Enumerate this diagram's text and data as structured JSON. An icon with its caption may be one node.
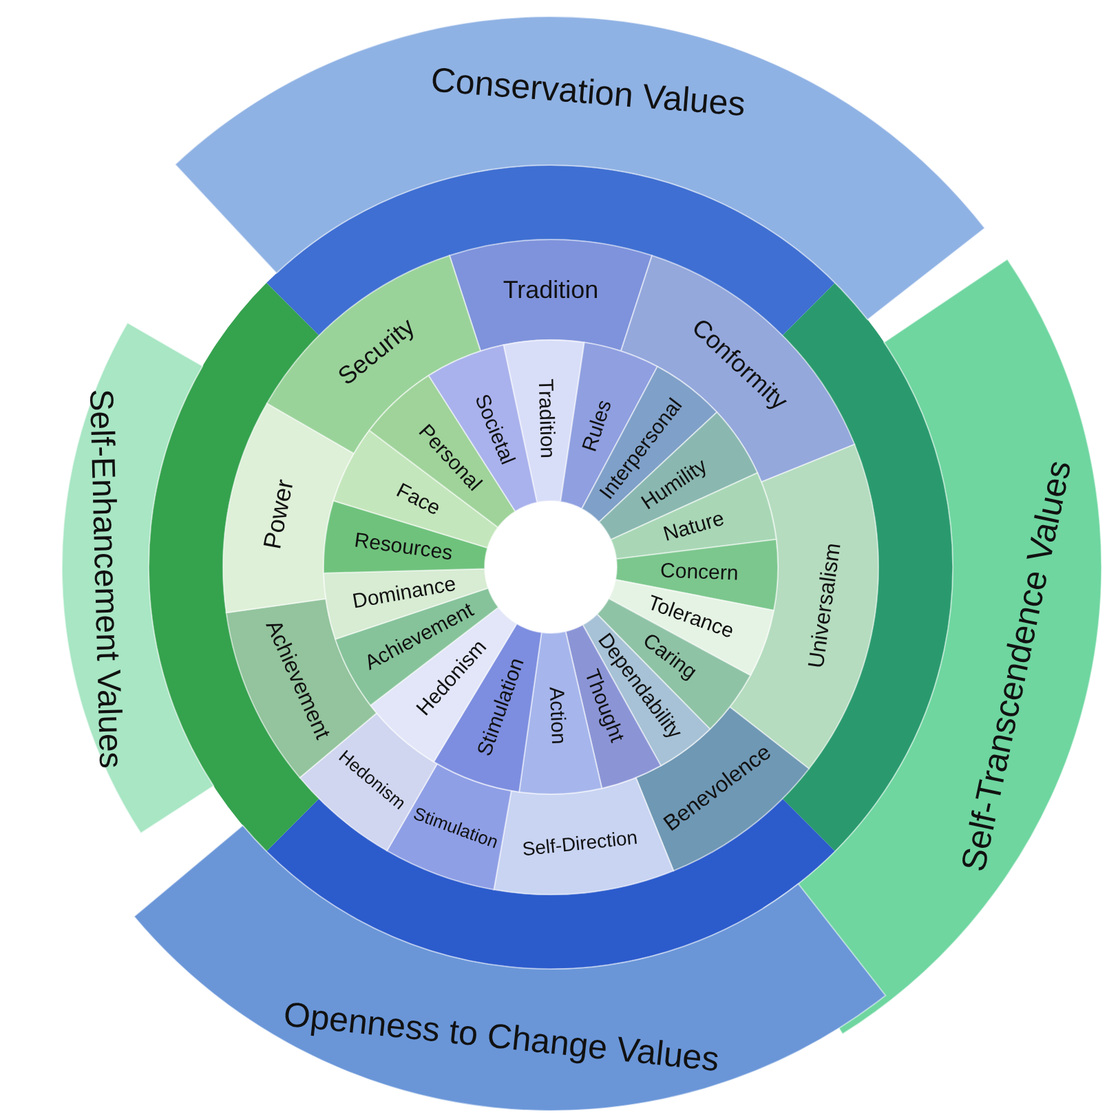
{
  "diagram": {
    "nodes": [
      {
        "text": [
          "Conservation Values"
        ]
      },
      {
        "text": [
          "Self-Enhancement Values"
        ]
      },
      {
        "text": [
          "Self-Transcendence Values"
        ]
      },
      {
        "text": [
          "Openness to Change Values"
        ]
      },
      {
        "text": [
          "Tradition"
        ]
      },
      {
        "text": [
          "Conformity"
        ]
      },
      {
        "text": [
          "Universalism"
        ]
      },
      {
        "text": [
          "Benevolence"
        ]
      },
      {
        "text": [
          "Self-Direction"
        ]
      },
      {
        "text": [
          "Stimulation"
        ]
      },
      {
        "text": [
          "Hedonism"
        ]
      },
      {
        "text": [
          "Achievement"
        ]
      },
      {
        "text": [
          "Power"
        ]
      },
      {
        "text": [
          "Security"
        ]
      },
      {
        "text": [
          "Tradition"
        ]
      },
      {
        "text": [
          "Rules"
        ]
      },
      {
        "text": [
          "Interpersonal"
        ]
      },
      {
        "text": [
          "Humility"
        ]
      },
      {
        "text": [
          "Nature"
        ]
      },
      {
        "text": [
          "Concern"
        ]
      },
      {
        "text": [
          "Tolerance"
        ]
      },
      {
        "text": [
          "Caring"
        ]
      },
      {
        "text": [
          "Dependability"
        ]
      },
      {
        "text": [
          "Thought"
        ]
      },
      {
        "text": [
          "Action"
        ]
      },
      {
        "text": [
          "Stimulation"
        ]
      },
      {
        "text": [
          "Hedonism"
        ]
      },
      {
        "text": [
          "Achievement"
        ]
      },
      {
        "text": [
          "Dominance"
        ]
      },
      {
        "text": [
          "Resources"
        ]
      },
      {
        "text": [
          "Face"
        ]
      },
      {
        "text": [
          "Personal"
        ]
      },
      {
        "text": [
          "Societal"
        ]
      }
    ]
  }
}
